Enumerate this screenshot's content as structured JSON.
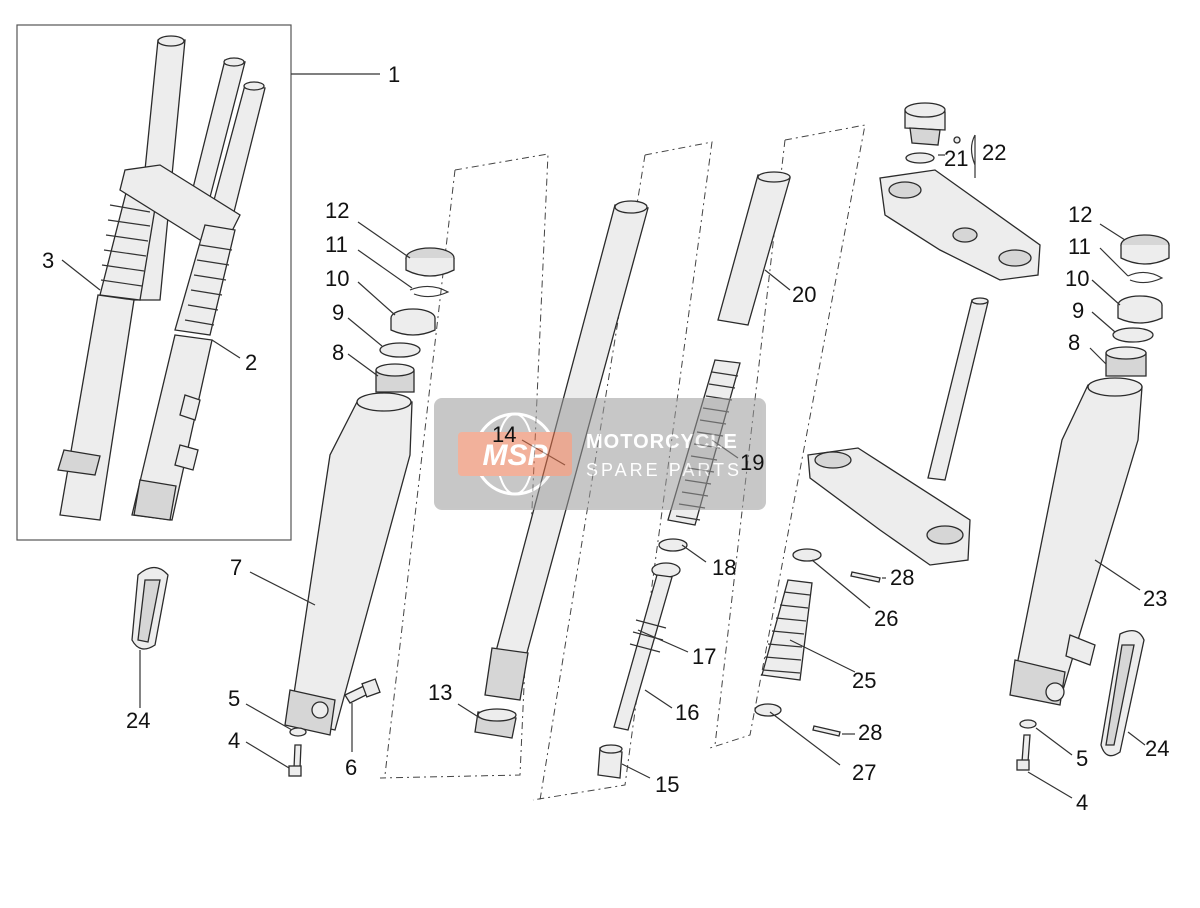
{
  "callouts": {
    "c1": "1",
    "c2": "2",
    "c3": "3",
    "c4a": "4",
    "c4b": "4",
    "c5a": "5",
    "c5b": "5",
    "c6": "6",
    "c7": "7",
    "c8a": "8",
    "c8b": "8",
    "c9a": "9",
    "c9b": "9",
    "c10a": "10",
    "c10b": "10",
    "c11a": "11",
    "c11b": "11",
    "c12a": "12",
    "c12b": "12",
    "c13": "13",
    "c14": "14",
    "c15": "15",
    "c16": "16",
    "c17": "17",
    "c18": "18",
    "c19": "19",
    "c20": "20",
    "c21": "21",
    "c22": "22",
    "c23": "23",
    "c24a": "24",
    "c24b": "24",
    "c25": "25",
    "c26": "26",
    "c27": "27",
    "c28a": "28",
    "c28b": "28"
  },
  "watermark": {
    "logo": "MSP",
    "line1": "MOTORCYCLE",
    "line2": "SPARE PARTS"
  },
  "colors": {
    "part_fill": "#ededed",
    "line": "#2b2b2b",
    "watermark_bg": "#9a9a9a",
    "watermark_logo": "#e8734a"
  }
}
